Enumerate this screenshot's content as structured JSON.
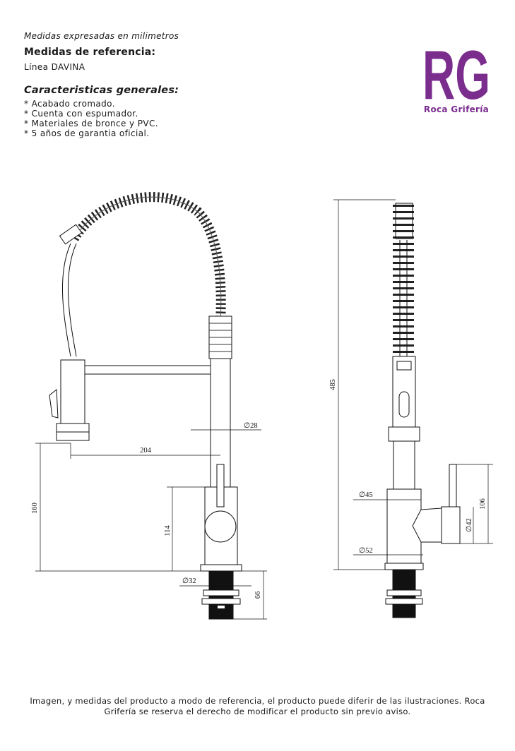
{
  "header": {
    "subtitle": "Medidas expresadas en milimetros",
    "heading": "Medidas de referencia:",
    "line": "Línea DAVINA"
  },
  "features": {
    "title": "Caracteristicas generales:",
    "items": [
      "* Acabado cromado.",
      "* Cuenta con espumador.",
      "* Materiales de bronce y PVC.",
      "* 5 años de garantia oficial."
    ]
  },
  "logo": {
    "monogram": "RG",
    "name": "Roca Grifería",
    "color": "#7b2d8e"
  },
  "dimensions": {
    "front_spout_reach": "204",
    "front_pipe_diameter": "∅28",
    "front_base_height": "160",
    "front_body_height": "114",
    "front_shank_diameter": "∅32",
    "front_shank_length": "66",
    "side_total_height": "485",
    "side_body_diameter": "∅45",
    "side_base_diameter": "∅52",
    "side_handle_diameter": "∅42",
    "side_handle_height": "106"
  },
  "footer": {
    "text": "Imagen, y medidas del producto a modo de referencia, el producto puede diferir de las ilustraciones. Roca Grifería se reserva el derecho de modificar el producto sin previo aviso."
  }
}
